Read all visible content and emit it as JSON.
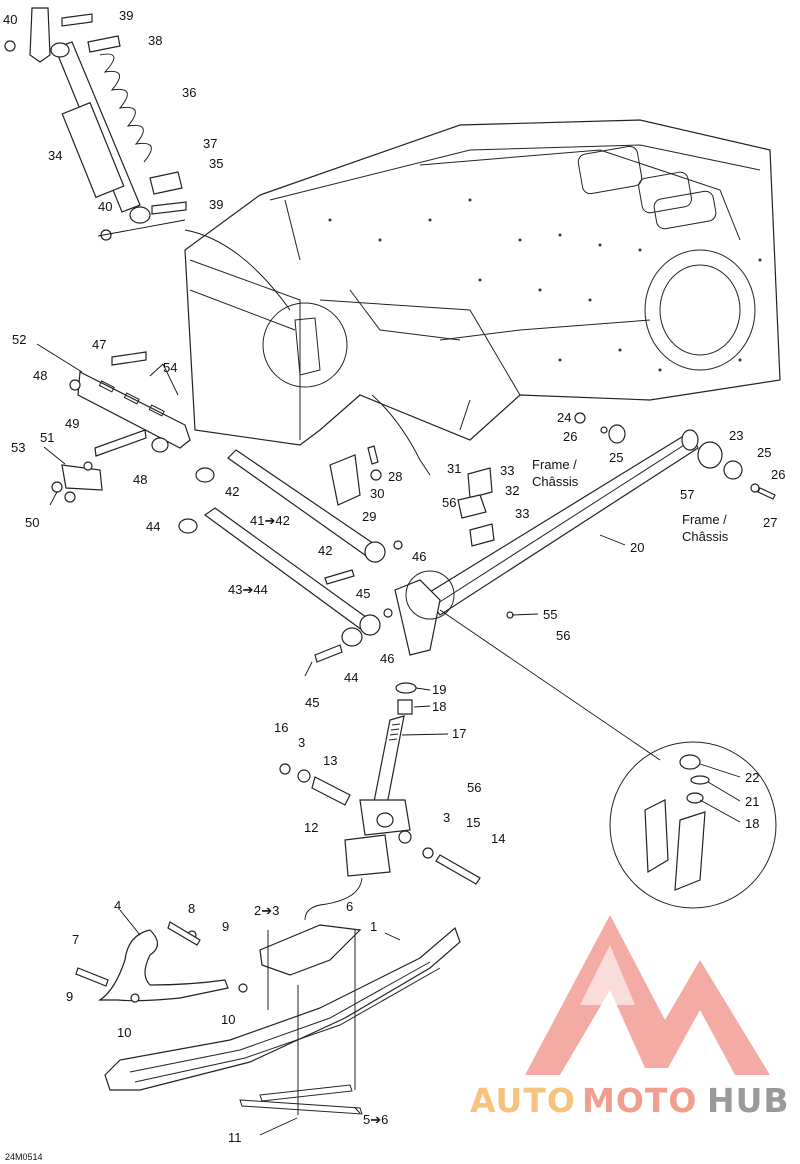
{
  "diagram": {
    "code": "24M0514",
    "callouts": {
      "c1": "1",
      "c2to3": "2➔3",
      "c3a": "3",
      "c3b": "3",
      "c4": "4",
      "c5to6": "5➔6",
      "c6": "6",
      "c7": "7",
      "c8": "8",
      "c9a": "9",
      "c9b": "9",
      "c10a": "10",
      "c10b": "10",
      "c11": "11",
      "c12": "12",
      "c13": "13",
      "c14": "14",
      "c15": "15",
      "c16": "16",
      "c17": "17",
      "c18a": "18",
      "c18b": "18",
      "c19": "19",
      "c20": "20",
      "c21": "21",
      "c22": "22",
      "c23": "23",
      "c24": "24",
      "c25a": "25",
      "c25b": "25",
      "c26a": "26",
      "c26b": "26",
      "c27": "27",
      "c28": "28",
      "c29": "29",
      "c30": "30",
      "c31": "31",
      "c32": "32",
      "c33a": "33",
      "c33b": "33",
      "c34": "34",
      "c35": "35",
      "c36": "36",
      "c37": "37",
      "c38": "38",
      "c39a": "39",
      "c39b": "39",
      "c40a": "40",
      "c40b": "40",
      "c41to42": "41➔42",
      "c42a": "42",
      "c42b": "42",
      "c43to44": "43➔44",
      "c44a": "44",
      "c44b": "44",
      "c45a": "45",
      "c45b": "45",
      "c46a": "46",
      "c46b": "46",
      "c47": "47",
      "c48a": "48",
      "c48b": "48",
      "c49": "49",
      "c50": "50",
      "c51": "51",
      "c52": "52",
      "c53": "53",
      "c54": "54",
      "c55": "55",
      "c56a": "56",
      "c56b": "56",
      "c56c": "56",
      "c57": "57"
    },
    "frame_label_line1": "Frame /",
    "frame_label_line2": "Châssis"
  },
  "watermark": {
    "word_auto": "AUTO",
    "word_moto": "MOTO",
    "word_hub": "HUB",
    "color_auto": "#f6c27e",
    "color_moto": "#f19d90",
    "color_hub": "#9a9a9a",
    "logo_color": "#f08f86"
  }
}
